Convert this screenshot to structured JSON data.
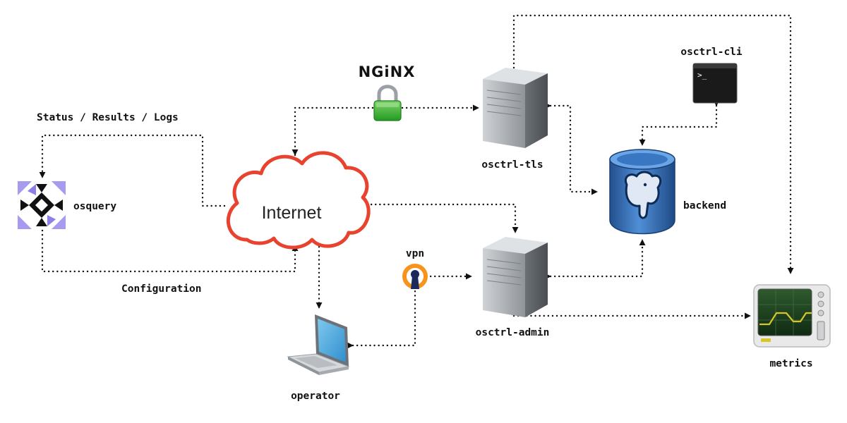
{
  "labels": {
    "status_results_logs": "Status / Results / Logs",
    "configuration": "Configuration",
    "osquery": "osquery",
    "internet": "Internet",
    "nginx": "NGiNX",
    "osctrl_tls": "osctrl-tls",
    "osctrl_cli": "osctrl-cli",
    "backend": "backend",
    "vpn": "vpn",
    "osctrl_admin": "osctrl-admin",
    "operator": "operator",
    "metrics": "metrics",
    "terminal_prompt": ">_"
  },
  "nodes": [
    {
      "id": "osquery",
      "icon": "osquery-logo-icon"
    },
    {
      "id": "internet",
      "icon": "cloud-icon"
    },
    {
      "id": "nginx",
      "icon": "padlock-icon"
    },
    {
      "id": "osctrl-tls",
      "icon": "server-icon"
    },
    {
      "id": "osctrl-cli",
      "icon": "terminal-icon"
    },
    {
      "id": "backend",
      "icon": "postgresql-database-icon"
    },
    {
      "id": "vpn",
      "icon": "openvpn-icon"
    },
    {
      "id": "osctrl-admin",
      "icon": "server-icon"
    },
    {
      "id": "operator",
      "icon": "laptop-icon"
    },
    {
      "id": "metrics",
      "icon": "monitor-icon"
    }
  ],
  "edges": [
    {
      "from": "internet",
      "to": "osquery",
      "label": "Status / Results / Logs"
    },
    {
      "from": "osquery",
      "to": "internet",
      "label": "Configuration"
    },
    {
      "from": "nginx",
      "to": "internet"
    },
    {
      "from": "nginx",
      "to": "osctrl-tls"
    },
    {
      "from": "osctrl-tls",
      "to": "backend"
    },
    {
      "from": "osctrl-tls",
      "to": "metrics"
    },
    {
      "from": "osctrl-cli",
      "to": "backend"
    },
    {
      "from": "internet",
      "to": "osctrl-admin"
    },
    {
      "from": "internet",
      "to": "operator"
    },
    {
      "from": "operator",
      "to": "vpn"
    },
    {
      "from": "vpn",
      "to": "osctrl-admin"
    },
    {
      "from": "osctrl-admin",
      "to": "backend"
    },
    {
      "from": "osctrl-admin",
      "to": "metrics"
    }
  ],
  "colors": {
    "cloud_stroke": "#e8432f",
    "lock_green": "#3fae35",
    "osquery_purple": "#a69bf0",
    "openvpn_orange": "#f7941d",
    "openvpn_navy": "#1b2a5b",
    "db_blue": "#3a77c2",
    "monitor_trace": "#d8c52a",
    "connector": "#111111"
  }
}
